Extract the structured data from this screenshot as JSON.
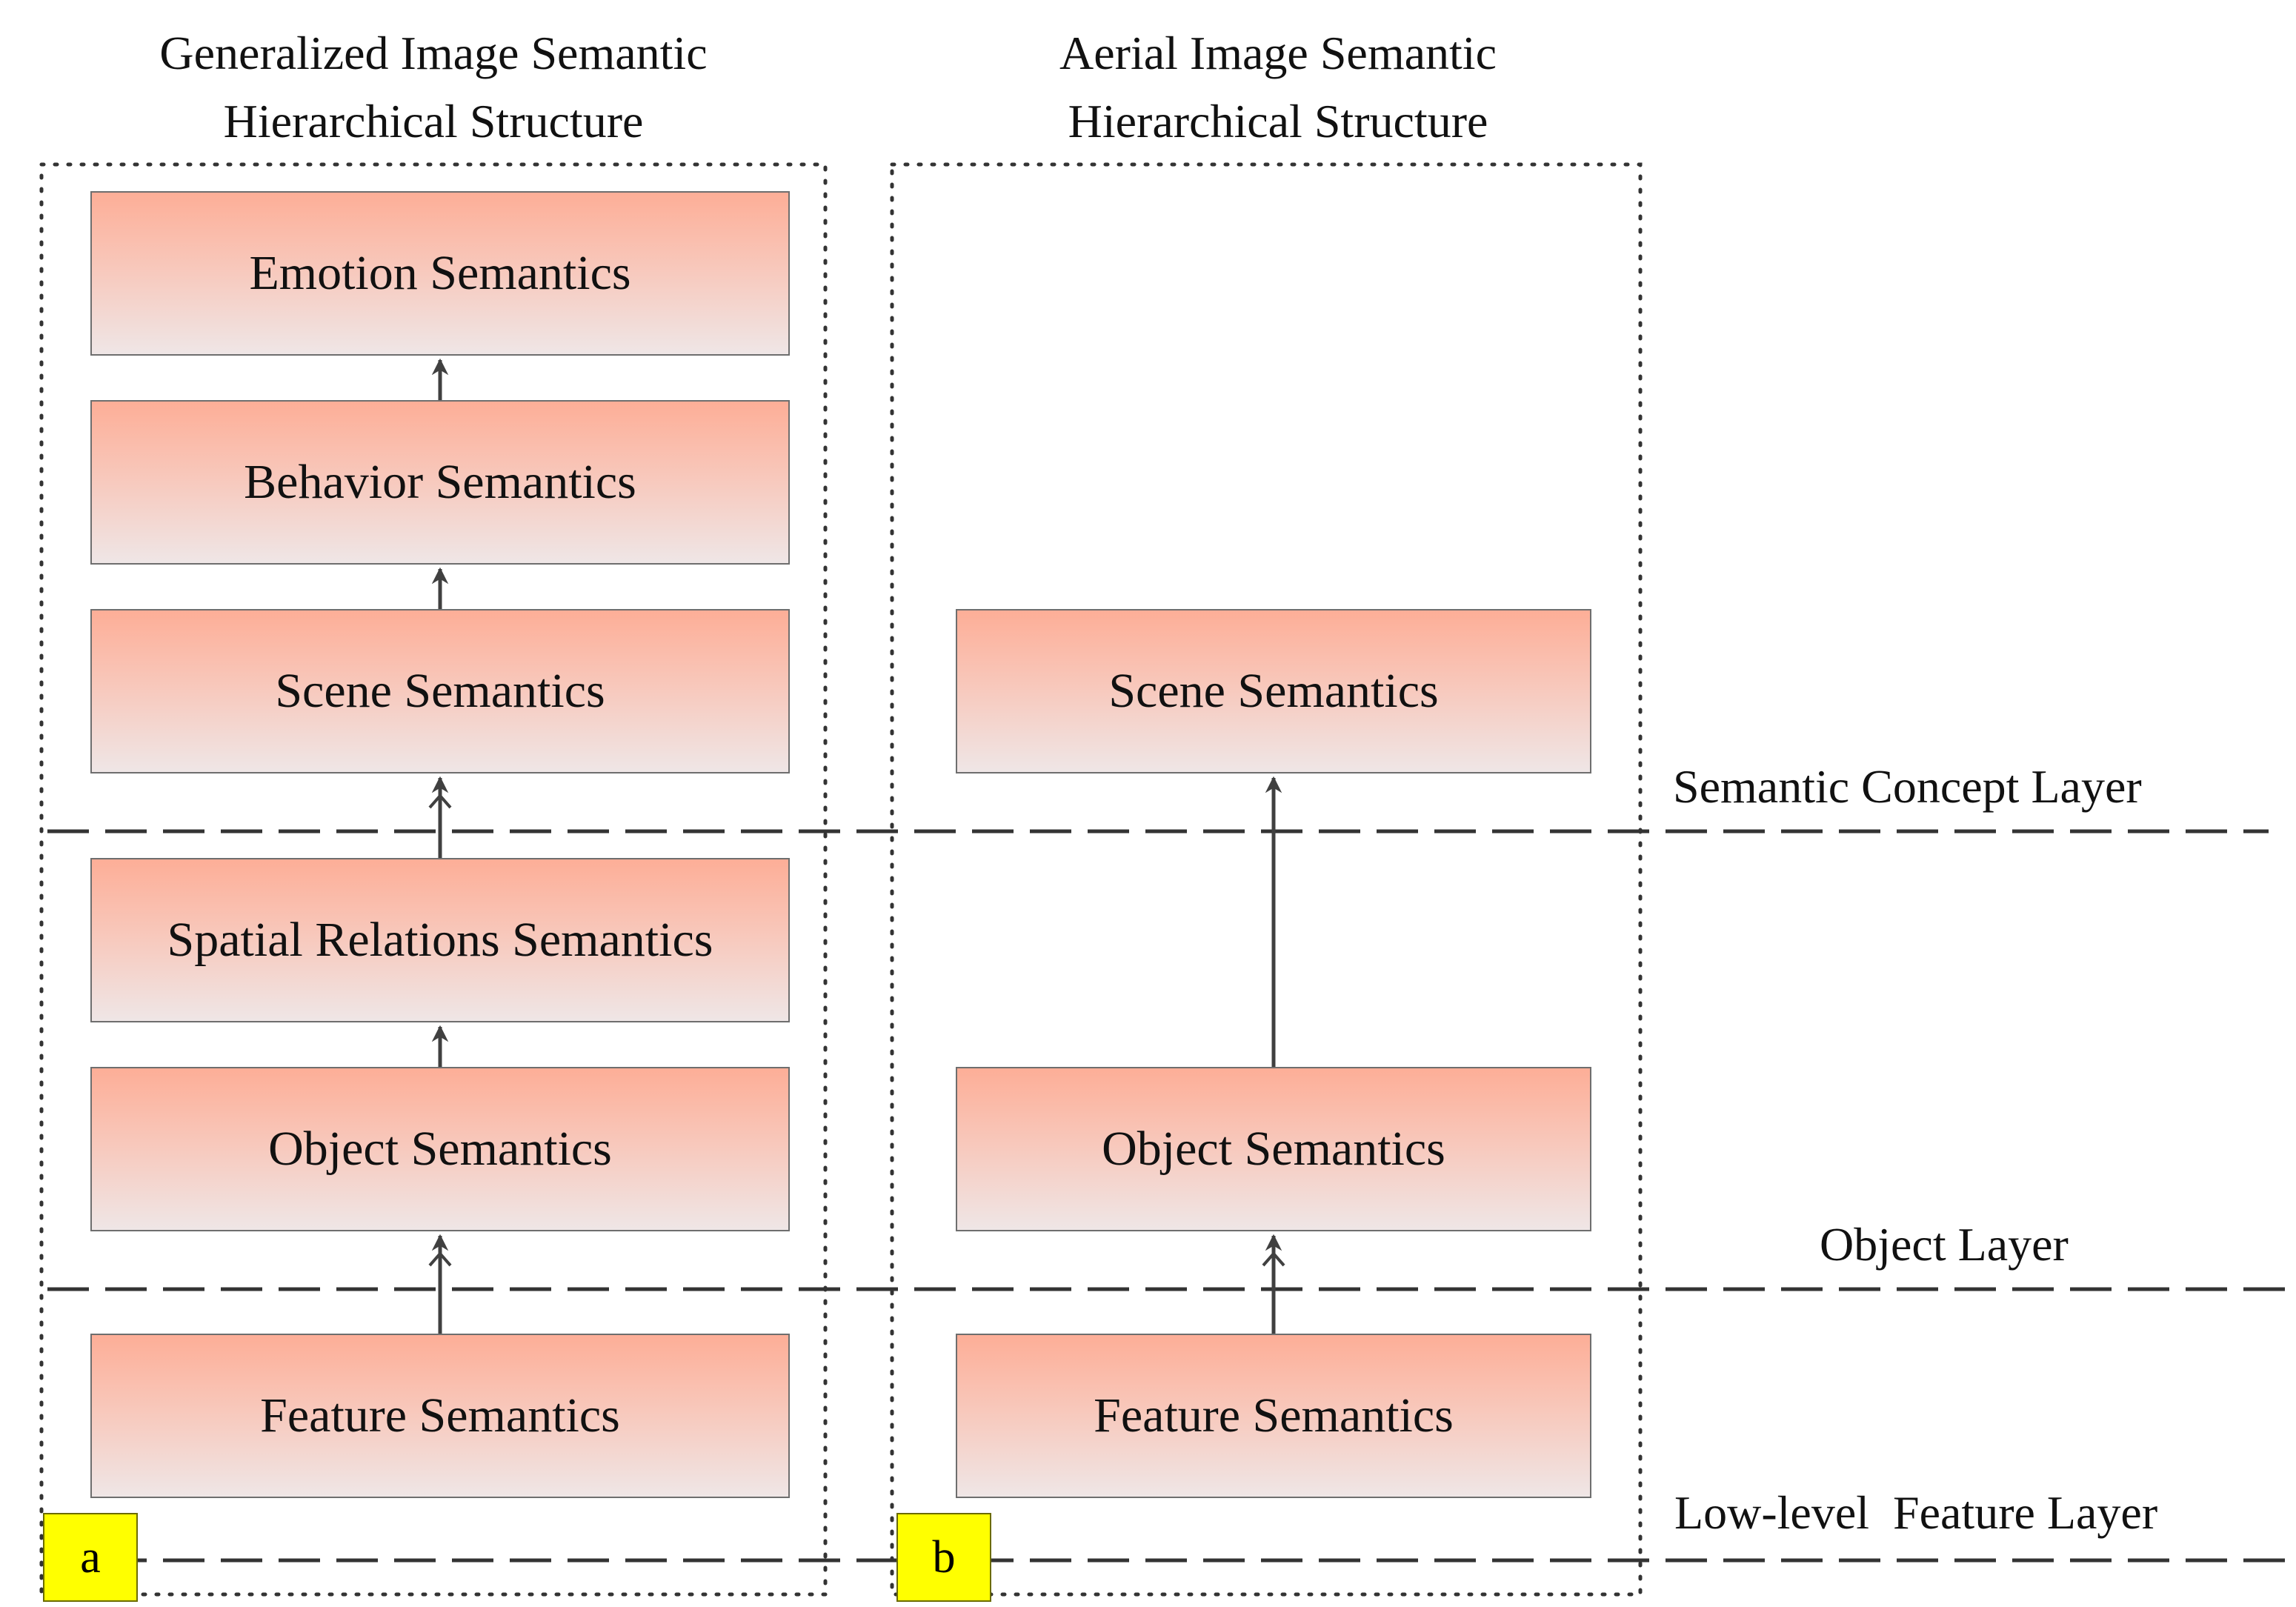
{
  "panel_a": {
    "title": "Generalized Image Semantic\nHierarchical Structure",
    "tag": "a",
    "boxes": [
      "Emotion Semantics",
      "Behavior Semantics",
      "Scene Semantics",
      "Spatial Relations Semantics",
      "Object Semantics",
      "Feature Semantics"
    ]
  },
  "panel_b": {
    "title": "Aerial  Image Semantic\nHierarchical Structure",
    "tag": "b",
    "boxes": [
      "Scene Semantics",
      "Object Semantics",
      "Feature Semantics"
    ]
  },
  "layers": {
    "semantic_concept": "Semantic Concept Layer",
    "object": "Object Layer",
    "low_level_feature": "Low-level  Feature Layer"
  },
  "colors": {
    "box_top": "#fdae97",
    "box_bottom": "#efe6e6",
    "box_border": "#6e6e6e",
    "arrow": "#404040",
    "tag_fill": "#ffff00",
    "line": "#333333"
  }
}
